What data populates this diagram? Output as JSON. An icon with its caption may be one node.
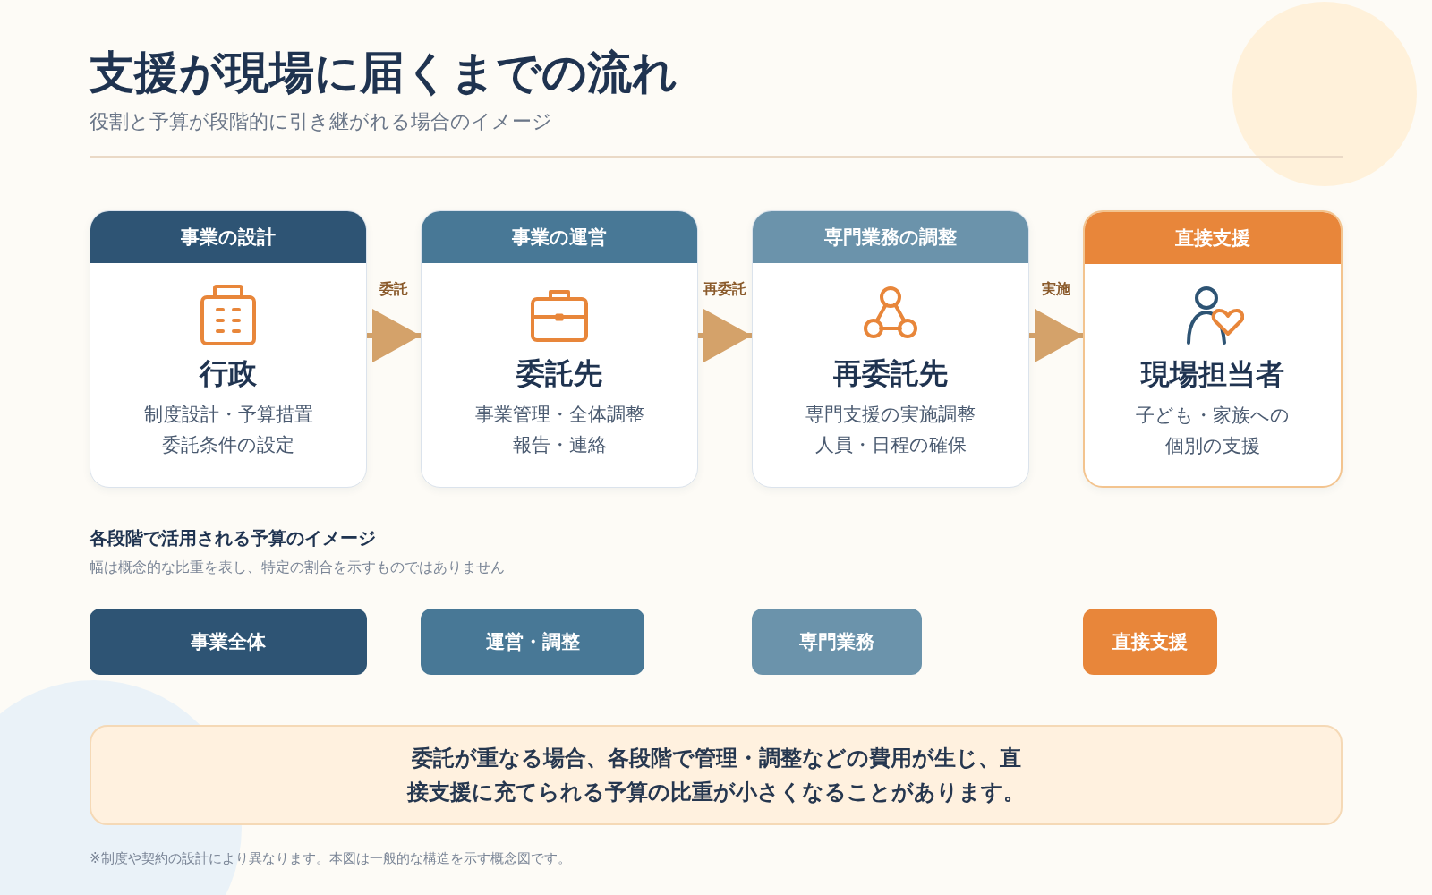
{
  "diagram": {
    "title": "支援が現場に届くまでの流れ",
    "nodes": [
      {
        "text": [
          "事業の設計",
          "行政",
          "制度設計・予算措置",
          "委託条件の設定"
        ]
      },
      {
        "text": [
          "事業の運営",
          "委託先",
          "事業管理・全体調整",
          "報告・連絡"
        ]
      },
      {
        "text": [
          "専門業務の調整",
          "再委託先",
          "専門支援の実施調整",
          "人員・日程の確保"
        ]
      },
      {
        "text": [
          "直接支援",
          "現場担当者",
          "子ども・家族への",
          "個別の支援"
        ]
      },
      {
        "text": [
          "事業全体"
        ]
      },
      {
        "text": [
          "運営・調整"
        ]
      },
      {
        "text": [
          "専門業務"
        ]
      },
      {
        "text": [
          "直接支援"
        ]
      },
      {
        "text": [
          "委託が重なる場合、各段階で管理・調整などの費用が生じ、直接支援に充てられる予算の比重が小さくなることがあります。"
        ]
      }
    ],
    "edges": [
      {
        "from": 0,
        "to": 1,
        "arrow": "to",
        "label": "委託"
      },
      {
        "from": 1,
        "to": 2,
        "arrow": "to",
        "label": "再委託"
      },
      {
        "from": 2,
        "to": 3,
        "arrow": "to",
        "label": "実施"
      }
    ],
    "labels": [
      "役割と予算が段階的に引き継がれる場合のイメージ",
      "各段階で活用される予算のイメージ",
      "幅は概念的な比重を表し、特定の割合を示すものではありません",
      "※制度や契約の設計により異なります。本図は一般的な構造を示す概念図です。"
    ]
  }
}
